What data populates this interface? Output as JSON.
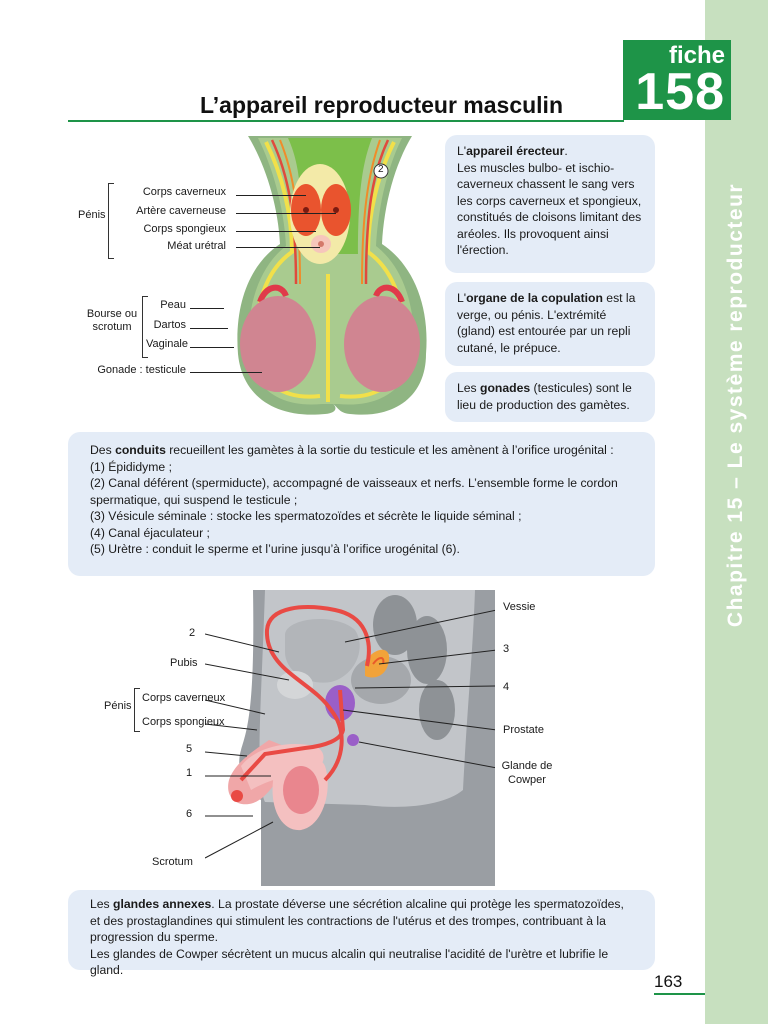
{
  "sidebar": {
    "chapter": "Chapitre 15 – Le système reproducteur"
  },
  "header": {
    "fiche_label": "fiche",
    "fiche_number": "158",
    "title": "L’appareil reproducteur masculin"
  },
  "box_erecteur": {
    "prefix": "L'",
    "bold": "appareil érecteur",
    "after_bold": ".",
    "text": "Les muscles bulbo- et ischio-caverneux chassent le sang vers les corps caverneux et spongieux, constitués de cloisons limitant des aréoles. Ils provoquent ainsi l'érection."
  },
  "box_copulation": {
    "prefix": "L'",
    "bold": "organe de la copulation",
    "text": " est la verge, ou pénis. L'extrémité (gland) est entourée par un repli cutané, le prépuce."
  },
  "box_gonades": {
    "prefix": "Les ",
    "bold": "gonades",
    "text": " (testicules) sont le lieu de production des gamètes."
  },
  "box_conduits": {
    "prefix": "Des ",
    "bold": "conduits",
    "text": " recueillent les gamètes à la sortie du testicule et les amènent à l’orifice urogénital :",
    "items": [
      "(1) Épididyme ;",
      "(2) Canal déférent (spermiducte), accompagné de vaisseaux et nerfs. L’ensemble forme le cordon spermatique, qui suspend le testicule ;",
      "(3) Vésicule séminale : stocke les spermatozoïdes et sécrète le liquide séminal ;",
      "(4) Canal éjaculateur ;",
      "(5) Urètre : conduit le sperme et l’urine jusqu’à l’orifice urogénital (6)."
    ]
  },
  "box_annexes": {
    "prefix": "Les ",
    "bold": "glandes annexes",
    "text": ". La prostate déverse une sécrétion alcaline qui protège les spermatozoïdes, et des prostaglandines qui stimulent les contractions de l'utérus et des trompes, contribuant à la progression du sperme.",
    "text2": "Les glandes de Cowper sécrètent un mucus alcalin qui neutralise l'acidité de l'urètre et lubrifie le gland."
  },
  "figure1": {
    "marker": "2",
    "group_penis": "Pénis",
    "group_bourse": "Bourse ou scrotum",
    "labels": {
      "corps_caverneux": "Corps caverneux",
      "artere": "Artère caverneuse",
      "corps_spongieux": "Corps spongieux",
      "meat": "Méat urétral",
      "peau": "Peau",
      "dartos": "Dartos",
      "vaginale": "Vaginale",
      "gonade": "Gonade : testicule"
    }
  },
  "figure2": {
    "labels": {
      "vessie": "Vessie",
      "n2": "2",
      "pubis": "Pubis",
      "n3": "3",
      "n4": "4",
      "penis": "Pénis",
      "corps_caverneux": "Corps caverneux",
      "corps_spongieux": "Corps spongieux",
      "prostate": "Prostate",
      "n5": "5",
      "n1": "1",
      "cowper": "Glande de Cowper",
      "n6": "6",
      "scrotum": "Scrotum"
    }
  },
  "page_number": "163",
  "colors": {
    "green": "#1e9448",
    "sidebar": "#c7e0bf",
    "box": "#e4ecf7"
  }
}
